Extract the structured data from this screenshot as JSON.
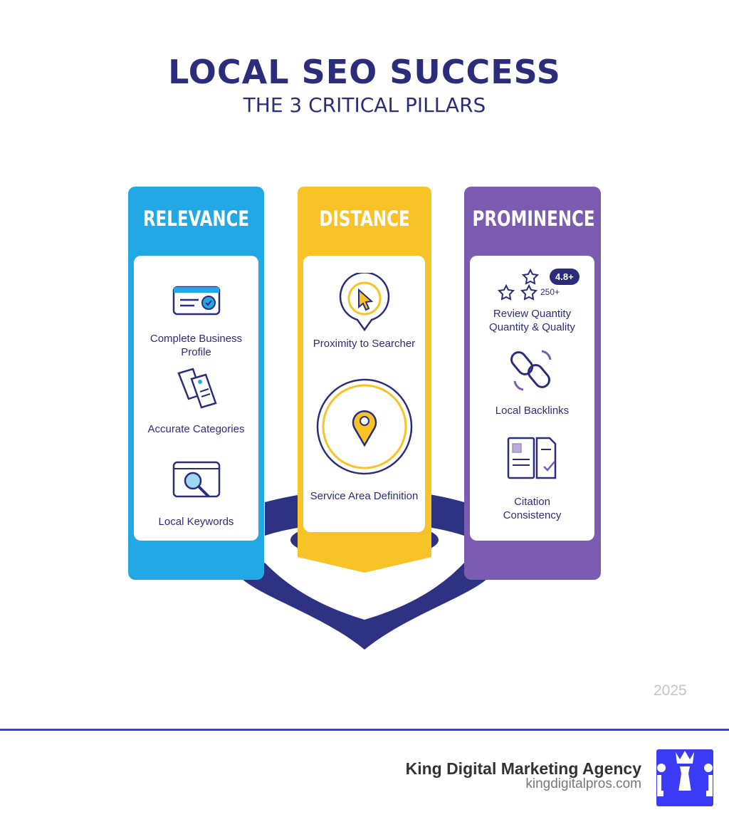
{
  "header": {
    "title": "LOCAL SEO SUCCESS",
    "subtitle": "THE 3 CRITICAL PILLARS"
  },
  "colors": {
    "navy": "#2e3282",
    "relevance": "#22a8e4",
    "distance": "#f7c326",
    "prominence": "#7b5cb0",
    "brand": "#3b3bf5"
  },
  "pillars": [
    {
      "title": "RELEVANCE",
      "items": [
        {
          "icon": "business-profile-icon",
          "label": "Complete Business Profile"
        },
        {
          "icon": "tags-icon",
          "label": "Accurate Categories"
        },
        {
          "icon": "keyword-search-icon",
          "label": "Local Keywords"
        }
      ]
    },
    {
      "title": "DISTANCE",
      "items": [
        {
          "icon": "cursor-pin-icon",
          "label": "Proximity to Searcher"
        },
        {
          "icon": "location-radius-icon",
          "label": "Service Area Definition"
        }
      ]
    },
    {
      "title": "PROMINENCE",
      "items": [
        {
          "icon": "stars-rating-icon",
          "label": "Review Quantity Quantity & Quality",
          "rating": "4.8+",
          "count": "250+"
        },
        {
          "icon": "chain-link-icon",
          "label": "Local Backlinks"
        },
        {
          "icon": "documents-check-icon",
          "label": "Citation Consistency"
        }
      ]
    }
  ],
  "year": "2025",
  "footer": {
    "agency": "King Digital Marketing Agency",
    "url": "kingdigitalpros.com",
    "logo": "King Digital"
  }
}
